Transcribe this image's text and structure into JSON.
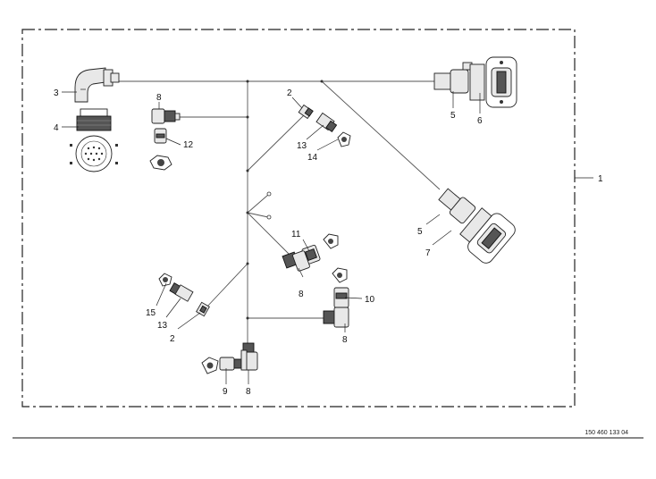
{
  "drawing": {
    "document_number": "150 460 133 04"
  },
  "callouts": {
    "c1": "1",
    "c2a": "2",
    "c2b": "2",
    "c3": "3",
    "c4": "4",
    "c5a": "5",
    "c5b": "5",
    "c6": "6",
    "c7": "7",
    "c8a": "8",
    "c8b": "8",
    "c8c": "8",
    "c8d": "8",
    "c9": "9",
    "c10": "10",
    "c11": "11",
    "c12": "12",
    "c13a": "13",
    "c13b": "13",
    "c14": "14",
    "c15": "15"
  }
}
